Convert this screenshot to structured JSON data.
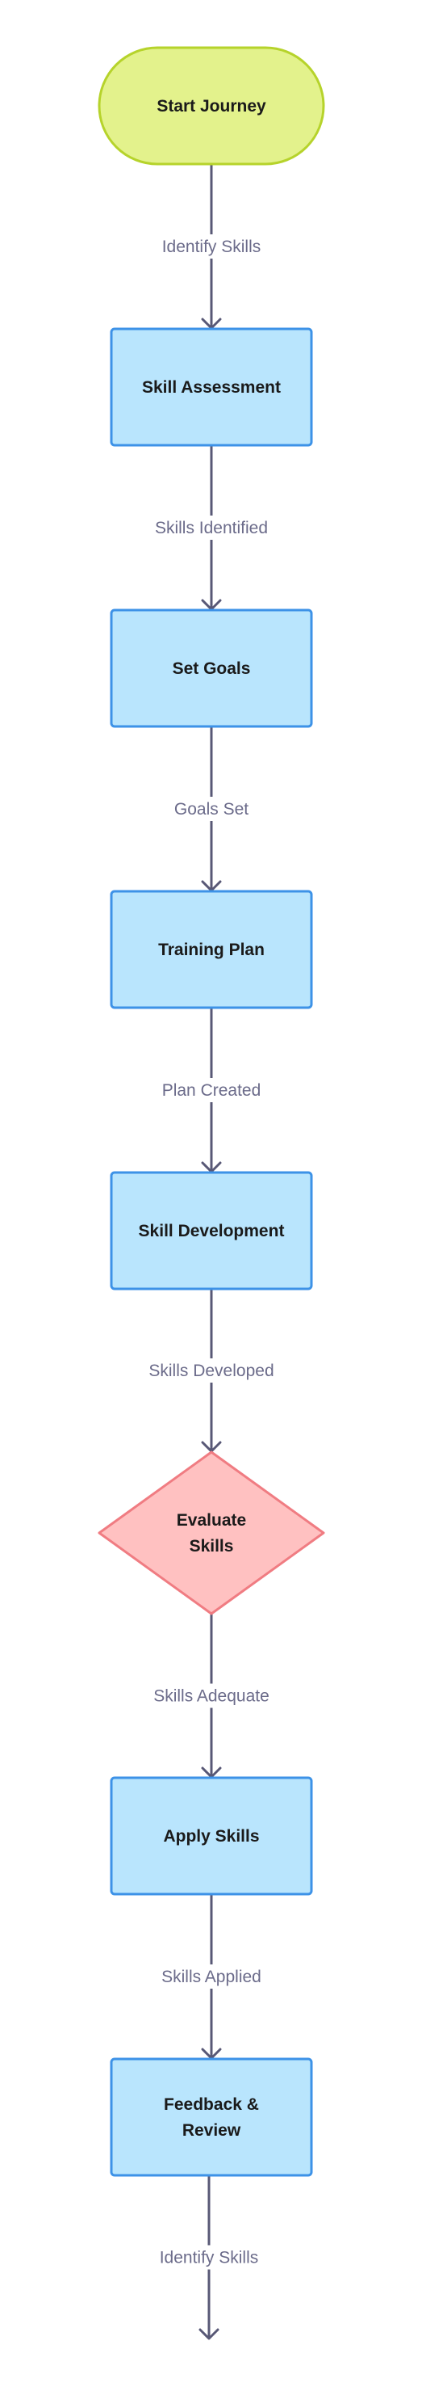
{
  "colors": {
    "terminal_fill": "#e3f28c",
    "terminal_stroke": "#b6d32b",
    "process_fill": "#b9e5fd",
    "process_stroke": "#3d92e7",
    "decision_fill": "#ffc1c1",
    "decision_stroke": "#f07c82",
    "edge": "#585876",
    "edge_label": "#6b6b8a"
  },
  "nodes": [
    {
      "id": "start",
      "shape": "terminal",
      "lines": [
        "Start Journey"
      ]
    },
    {
      "id": "assessment",
      "shape": "process",
      "lines": [
        "Skill Assessment"
      ]
    },
    {
      "id": "goals",
      "shape": "process",
      "lines": [
        "Set Goals"
      ]
    },
    {
      "id": "training",
      "shape": "process",
      "lines": [
        "Training Plan"
      ]
    },
    {
      "id": "development",
      "shape": "process",
      "lines": [
        "Skill Development"
      ]
    },
    {
      "id": "evaluate",
      "shape": "decision",
      "lines": [
        "Evaluate",
        "Skills"
      ]
    },
    {
      "id": "apply",
      "shape": "process",
      "lines": [
        "Apply Skills"
      ]
    },
    {
      "id": "feedback",
      "shape": "process",
      "lines": [
        "Feedback &",
        "Review"
      ]
    }
  ],
  "edges": [
    {
      "from": "start",
      "to": "assessment",
      "label": "Identify Skills"
    },
    {
      "from": "assessment",
      "to": "goals",
      "label": "Skills Identified"
    },
    {
      "from": "goals",
      "to": "training",
      "label": "Goals Set"
    },
    {
      "from": "training",
      "to": "development",
      "label": "Plan Created"
    },
    {
      "from": "development",
      "to": "evaluate",
      "label": "Skills Developed"
    },
    {
      "from": "evaluate",
      "to": "apply",
      "label": "Skills Adequate"
    },
    {
      "from": "apply",
      "to": "feedback",
      "label": "Skills Applied"
    },
    {
      "from": "feedback",
      "to": "",
      "label": "Identify Skills"
    }
  ]
}
